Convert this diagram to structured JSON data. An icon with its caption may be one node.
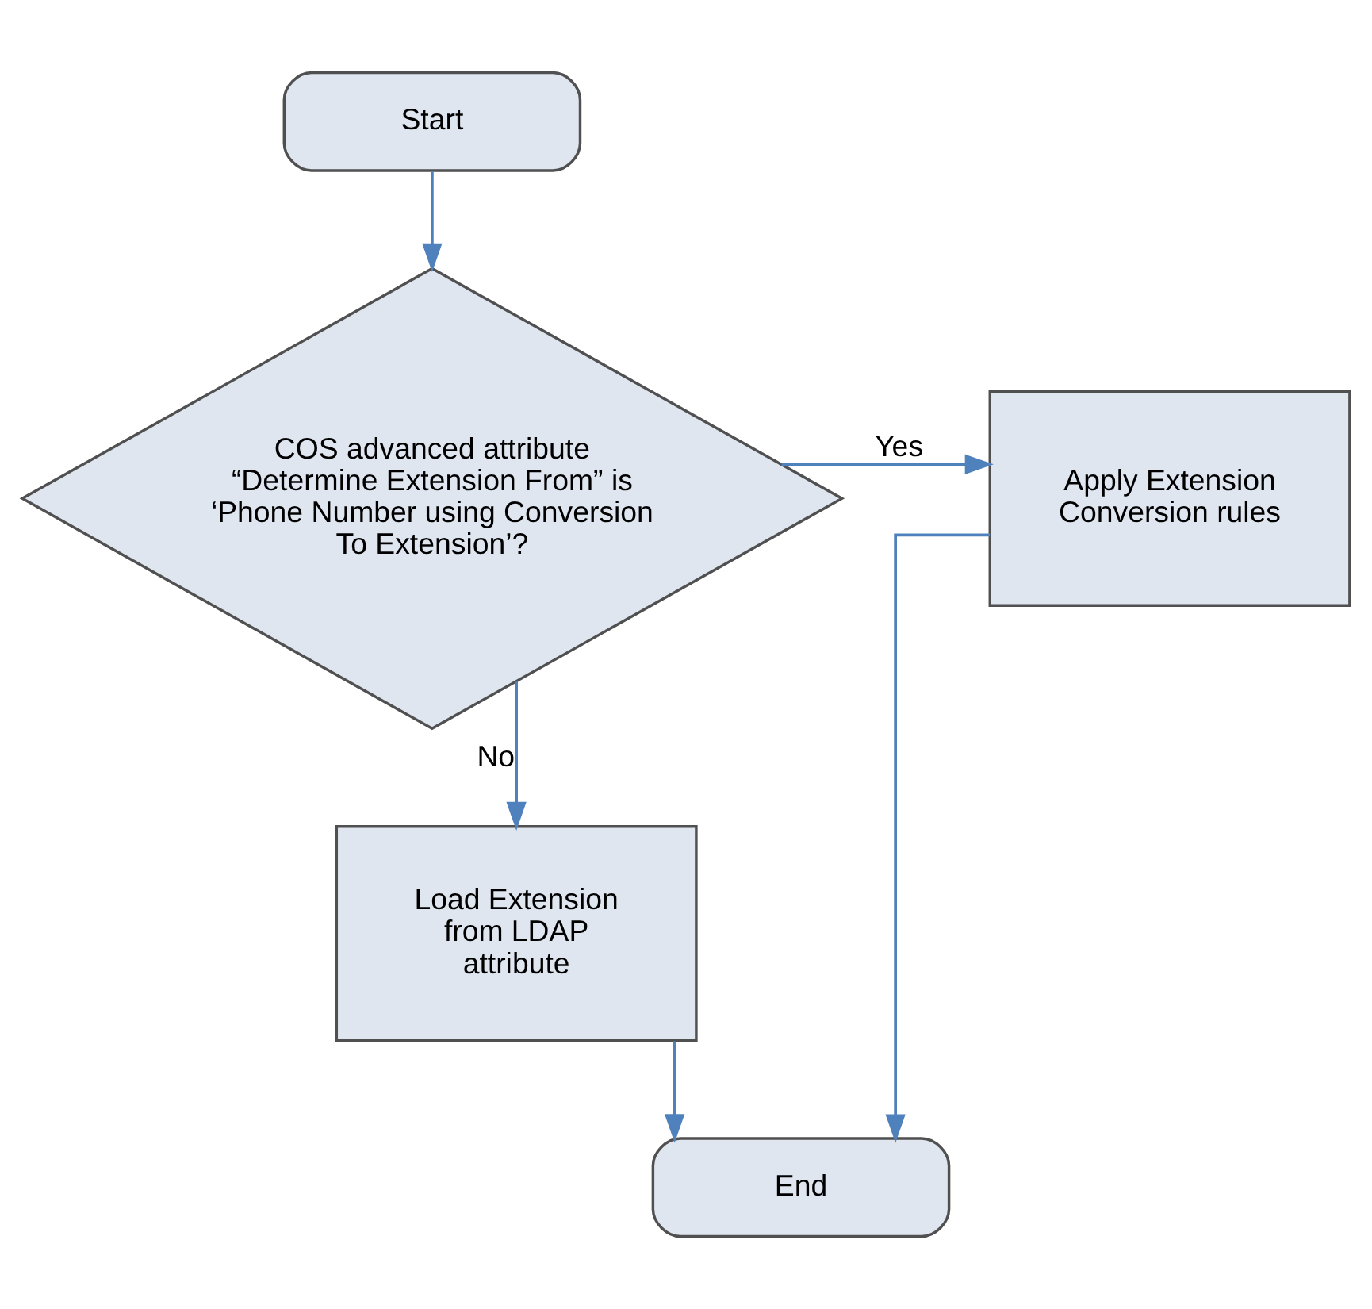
{
  "diagram": {
    "nodes": [
      {
        "text": [
          "Start"
        ]
      },
      {
        "text": [
          "COS advanced attribute “Determine Extension From” is ‘Phone Number using Conversion To Extension’?"
        ]
      },
      {
        "text": [
          "Apply Extension Conversion rules"
        ]
      },
      {
        "text": [
          "Load Extension from LDAP attribute"
        ]
      },
      {
        "text": [
          "End"
        ]
      }
    ],
    "edges": [
      {
        "from": 0,
        "to": 1,
        "arrow": "to"
      },
      {
        "from": 1,
        "to": 2,
        "arrow": "to",
        "label": "Yes"
      },
      {
        "from": 1,
        "to": 3,
        "arrow": "to",
        "label": "No"
      },
      {
        "from": 3,
        "to": 4,
        "arrow": "to"
      },
      {
        "from": 2,
        "to": 4,
        "arrow": "to"
      }
    ]
  }
}
